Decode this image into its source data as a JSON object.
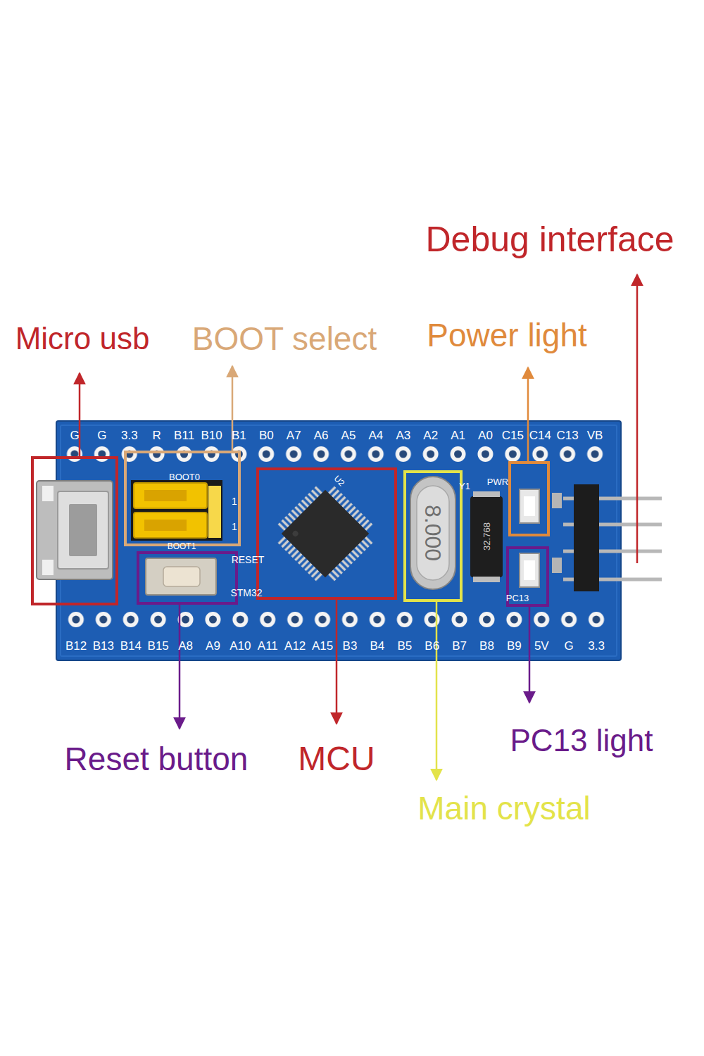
{
  "diagram": {
    "labels": [
      "Debug interface",
      "Micro usb",
      "BOOT select",
      "Power light",
      "G",
      "G",
      "3.3",
      "R",
      "B11",
      "B10",
      "B1",
      "B0",
      "A7",
      "A6",
      "A5",
      "A4",
      "A3",
      "A2",
      "A1",
      "A0",
      "C15",
      "C14",
      "C13",
      "VB",
      "BOOT0",
      "U2",
      "Y1",
      "PWR",
      "1",
      "32.768",
      "8.000",
      "1",
      "BOOT1",
      "RESET",
      "STM32",
      "PC13",
      "B12",
      "B13",
      "B14",
      "B15",
      "A8",
      "A9",
      "A10",
      "A11",
      "A12",
      "A15",
      "B3",
      "B4",
      "B5",
      "B6",
      "B7",
      "B8",
      "B9",
      "5V",
      "G",
      "3.3",
      "Reset button",
      "MCU",
      "PC13 light",
      "Main crystal"
    ]
  }
}
